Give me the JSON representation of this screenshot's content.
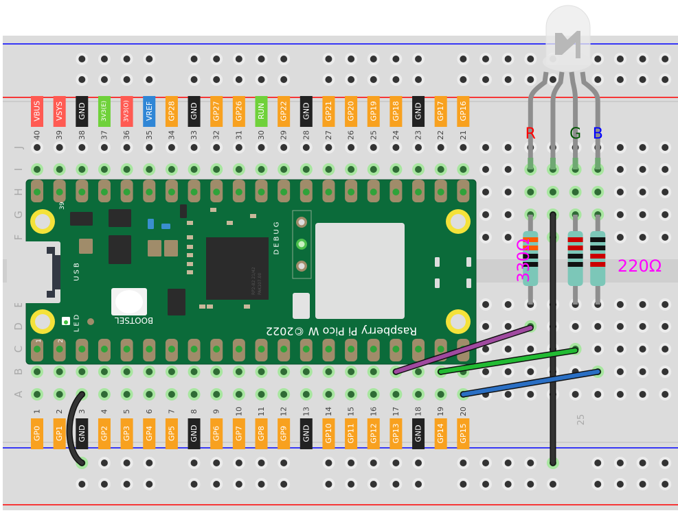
{
  "breadboard": {
    "row_letters": [
      "J",
      "I",
      "H",
      "G",
      "F",
      "E",
      "D",
      "C",
      "B",
      "A"
    ],
    "column_label": "25",
    "rail_colors": {
      "positive": "#ff0000",
      "negative": "#0000ff"
    }
  },
  "pico": {
    "name_text": "Raspberry Pi Pico W ©2022",
    "bootsel_label": "BOOTSEL",
    "usb_label": "USB",
    "led_label": "LED",
    "debug_label": "DEBUG",
    "pin39_mark": "39",
    "pin1_mark": "1",
    "pin2_mark": "2",
    "chip_text": [
      "RP2-82  21/42",
      "PAK107.00"
    ],
    "board_color": "#0b6b3a"
  },
  "top_pins": [
    {
      "num": "40",
      "label": "VBUS",
      "color": "#ff5a52"
    },
    {
      "num": "39",
      "label": "VSYS",
      "color": "#ff5a52"
    },
    {
      "num": "38",
      "label": "GND",
      "color": "#222222"
    },
    {
      "num": "37",
      "label": "3V3(E)",
      "color": "#6fd13a"
    },
    {
      "num": "36",
      "label": "3V3(O)",
      "color": "#ff5a52"
    },
    {
      "num": "35",
      "label": "VREF",
      "color": "#2f86d6"
    },
    {
      "num": "34",
      "label": "GP28",
      "color": "#f8a11f"
    },
    {
      "num": "33",
      "label": "GND",
      "color": "#222222"
    },
    {
      "num": "32",
      "label": "GP27",
      "color": "#f8a11f"
    },
    {
      "num": "31",
      "label": "GP26",
      "color": "#f8a11f"
    },
    {
      "num": "30",
      "label": "RUN",
      "color": "#6fd13a"
    },
    {
      "num": "29",
      "label": "GP22",
      "color": "#f8a11f"
    },
    {
      "num": "28",
      "label": "GND",
      "color": "#222222"
    },
    {
      "num": "27",
      "label": "GP21",
      "color": "#f8a11f"
    },
    {
      "num": "26",
      "label": "GP20",
      "color": "#f8a11f"
    },
    {
      "num": "25",
      "label": "GP19",
      "color": "#f8a11f"
    },
    {
      "num": "24",
      "label": "GP18",
      "color": "#f8a11f"
    },
    {
      "num": "23",
      "label": "GND",
      "color": "#222222"
    },
    {
      "num": "22",
      "label": "GP17",
      "color": "#f8a11f"
    },
    {
      "num": "21",
      "label": "GP16",
      "color": "#f8a11f"
    }
  ],
  "bottom_pins": [
    {
      "num": "1",
      "label": "GP0",
      "color": "#f8a11f"
    },
    {
      "num": "2",
      "label": "GP1",
      "color": "#f8a11f"
    },
    {
      "num": "3",
      "label": "GND",
      "color": "#222222"
    },
    {
      "num": "4",
      "label": "GP2",
      "color": "#f8a11f"
    },
    {
      "num": "5",
      "label": "GP3",
      "color": "#f8a11f"
    },
    {
      "num": "6",
      "label": "GP4",
      "color": "#f8a11f"
    },
    {
      "num": "7",
      "label": "GP5",
      "color": "#f8a11f"
    },
    {
      "num": "8",
      "label": "GND",
      "color": "#222222"
    },
    {
      "num": "9",
      "label": "GP6",
      "color": "#f8a11f"
    },
    {
      "num": "10",
      "label": "GP7",
      "color": "#f8a11f"
    },
    {
      "num": "11",
      "label": "GP8",
      "color": "#f8a11f"
    },
    {
      "num": "12",
      "label": "GP9",
      "color": "#f8a11f"
    },
    {
      "num": "13",
      "label": "GND",
      "color": "#222222"
    },
    {
      "num": "14",
      "label": "GP10",
      "color": "#f8a11f"
    },
    {
      "num": "15",
      "label": "GP11",
      "color": "#f8a11f"
    },
    {
      "num": "16",
      "label": "GP12",
      "color": "#f8a11f"
    },
    {
      "num": "17",
      "label": "GP13",
      "color": "#f8a11f"
    },
    {
      "num": "18",
      "label": "GND",
      "color": "#222222"
    },
    {
      "num": "19",
      "label": "GP14",
      "color": "#f8a11f"
    },
    {
      "num": "20",
      "label": "GP15",
      "color": "#f8a11f"
    }
  ],
  "rgb_led": {
    "legs": [
      {
        "label": "R",
        "color": "#ff0000"
      },
      {
        "label": "",
        "color": ""
      },
      {
        "label": "G",
        "color": "#005500"
      },
      {
        "label": "B",
        "color": "#0000ff"
      }
    ]
  },
  "resistors": [
    {
      "label": "330Ω",
      "color": "#ff00ff"
    },
    {
      "label": "220Ω",
      "color": "#ff00ff"
    }
  ],
  "wires": [
    {
      "name": "gnd-wire",
      "color": "#222222"
    },
    {
      "name": "common-wire",
      "color": "#222222"
    },
    {
      "name": "red-channel-wire",
      "color": "#a04aa0"
    },
    {
      "name": "green-channel-wire",
      "color": "#22bb33"
    },
    {
      "name": "blue-channel-wire",
      "color": "#2a6fc4"
    }
  ]
}
